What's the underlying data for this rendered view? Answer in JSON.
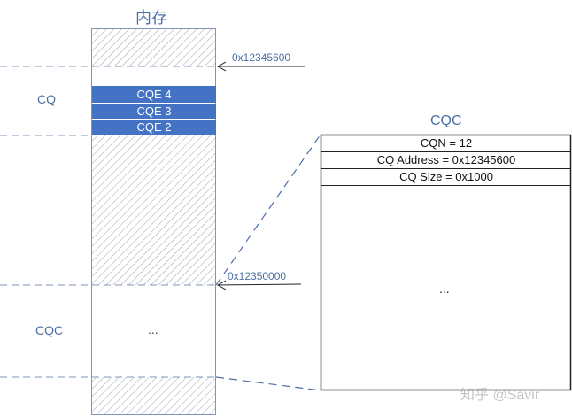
{
  "memory": {
    "title": "内存",
    "cq_label": "CQ",
    "cqc_label": "CQC",
    "cqe_entries": [
      "CQE 4",
      "CQE 3",
      "CQE 2"
    ],
    "ellipsis": "...",
    "addr_cq": "0x12345600",
    "addr_cqc": "0x12350000"
  },
  "cqc": {
    "title": "CQC",
    "rows": [
      "CQN = 12",
      "CQ Address = 0x12345600",
      "CQ Size = 0x1000"
    ],
    "ellipsis": "..."
  },
  "colors": {
    "accent": "#4472c4",
    "label": "#4a6fa5",
    "border": "#7f95b8"
  },
  "watermark": "知乎 @Savir"
}
